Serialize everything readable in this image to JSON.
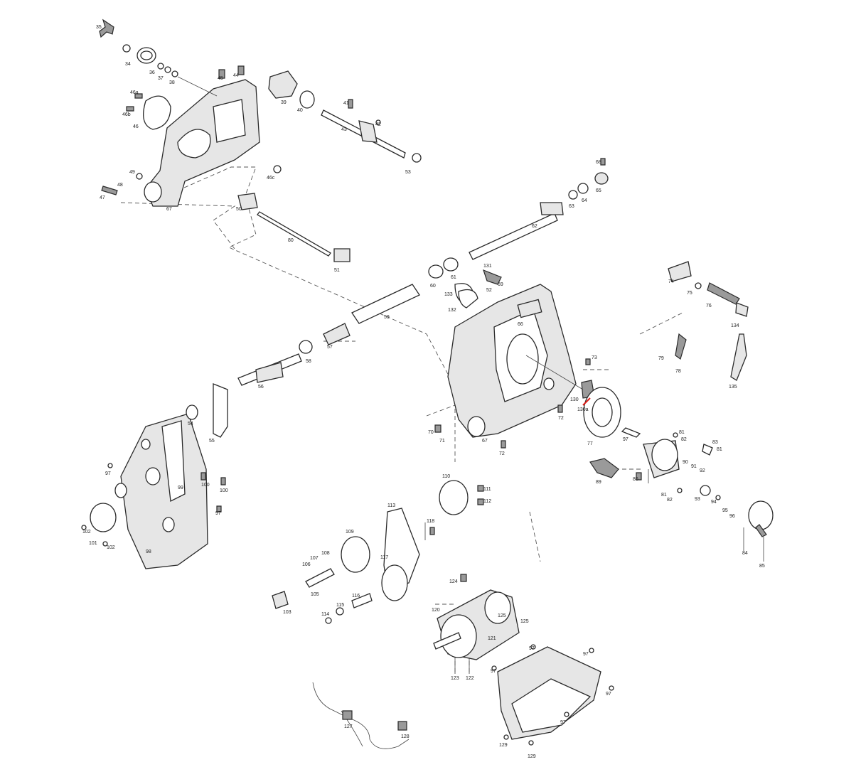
{
  "callouts": [
    "35",
    "34",
    "36",
    "37",
    "38",
    "45",
    "44",
    "46a",
    "46b",
    "46",
    "39",
    "40",
    "41",
    "43",
    "42",
    "53",
    "49",
    "48",
    "47",
    "46c",
    "67",
    "50",
    "80",
    "68",
    "65",
    "63",
    "64",
    "62",
    "51",
    "60",
    "61",
    "131",
    "52",
    "133",
    "132",
    "59",
    "57",
    "58",
    "56",
    "66",
    "74",
    "75",
    "76",
    "134",
    "73",
    "79",
    "78",
    "135",
    "130",
    "130a",
    "72",
    "54",
    "55",
    "70",
    "71",
    "67",
    "72",
    "77",
    "97",
    "81",
    "82",
    "83",
    "81",
    "90",
    "91",
    "92",
    "86",
    "89",
    "97",
    "100",
    "100",
    "99",
    "81",
    "82",
    "93",
    "94",
    "95",
    "96",
    "110",
    "111",
    "112",
    "113",
    "118",
    "102",
    "101",
    "102",
    "97",
    "98",
    "109",
    "107",
    "108",
    "106",
    "117",
    "105",
    "116",
    "115",
    "103",
    "114",
    "124",
    "120",
    "125",
    "125",
    "121",
    "123",
    "122",
    "97",
    "97",
    "97",
    "97",
    "97",
    "127",
    "128",
    "129",
    "129",
    "84",
    "85",
    "69"
  ]
}
